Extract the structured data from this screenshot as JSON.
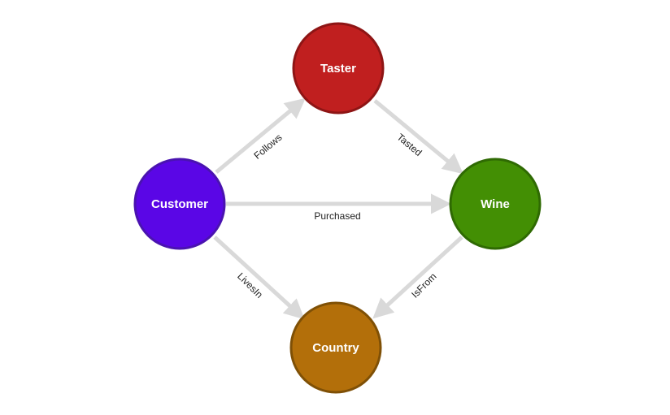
{
  "graph": {
    "nodes": [
      {
        "id": "taster",
        "label": "Taster",
        "fill": "#c01f1f",
        "stroke": "#8e1515"
      },
      {
        "id": "customer",
        "label": "Customer",
        "fill": "#5a06e6",
        "stroke": "#4a13b0"
      },
      {
        "id": "wine",
        "label": "Wine",
        "fill": "#438f04",
        "stroke": "#2f6a03"
      },
      {
        "id": "country",
        "label": "Country",
        "fill": "#b36f0a",
        "stroke": "#7f5006"
      }
    ],
    "edges": [
      {
        "id": "follows",
        "label": "Follows",
        "source": "customer",
        "target": "taster"
      },
      {
        "id": "tasted",
        "label": "Tasted",
        "source": "taster",
        "target": "wine"
      },
      {
        "id": "purchased",
        "label": "Purchased",
        "source": "customer",
        "target": "wine"
      },
      {
        "id": "livesin",
        "label": "LivesIn",
        "source": "customer",
        "target": "country"
      },
      {
        "id": "isfrom",
        "label": "IsFrom",
        "source": "wine",
        "target": "country"
      }
    ],
    "colors": {
      "edge": "#d9d9d9",
      "edge_label": "#222222",
      "node_label": "#ffffff"
    }
  }
}
